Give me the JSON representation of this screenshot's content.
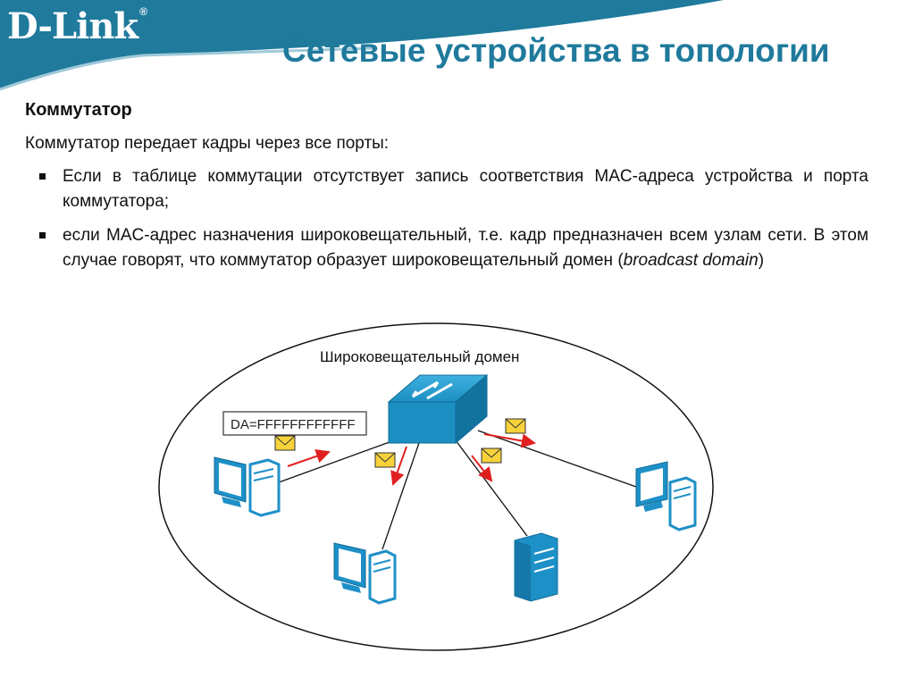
{
  "header": {
    "logo_text": "D-Link",
    "logo_reg": "®",
    "title": "Сетевые устройства в топологии"
  },
  "content": {
    "section_heading": "Коммутатор",
    "intro": "Коммутатор передает кадры через все порты:",
    "bullets": [
      {
        "text": "Если в таблице коммутации отсутствует запись соответствия MAC-адреса устройства и порта коммутатора;"
      },
      {
        "text_before": "если MAC-адрес назначения широковещательный, т.е. кадр предназначен всем узлам сети. В этом случае говорят, что коммутатор образует широковещательный домен (",
        "text_italic": "broadcast domain",
        "text_after": ")"
      }
    ]
  },
  "diagram": {
    "domain_label": "Широковещательный домен",
    "frame_label": "DA=FFFFFFFFFFFF",
    "colors": {
      "header_teal": "#1f7a9c",
      "switch_blue": "#1b8fc2",
      "device_blue": "#1e90c8",
      "arrow_red": "#e02020",
      "envelope_yellow": "#f7d23a"
    },
    "icons": [
      "switch-icon",
      "workstation-icon",
      "server-icon",
      "envelope-icon"
    ]
  }
}
